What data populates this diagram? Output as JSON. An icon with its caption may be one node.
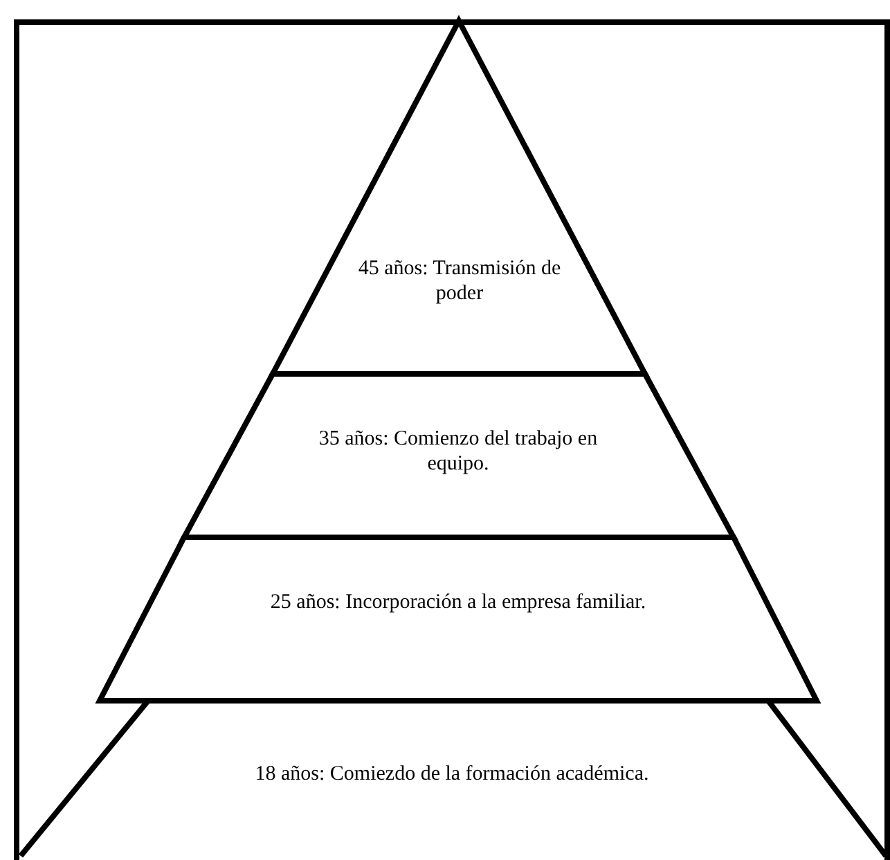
{
  "diagram": {
    "nodes": [
      {
        "text": [
          "45 años: Transmisión de poder"
        ]
      },
      {
        "text": [
          "35 años: Comienzo del trabajo en equipo."
        ]
      },
      {
        "text": [
          "25 años: Incorporación a la empresa familiar."
        ]
      },
      {
        "text": [
          "18 años: Comiezdo de la formación académica."
        ]
      }
    ]
  }
}
